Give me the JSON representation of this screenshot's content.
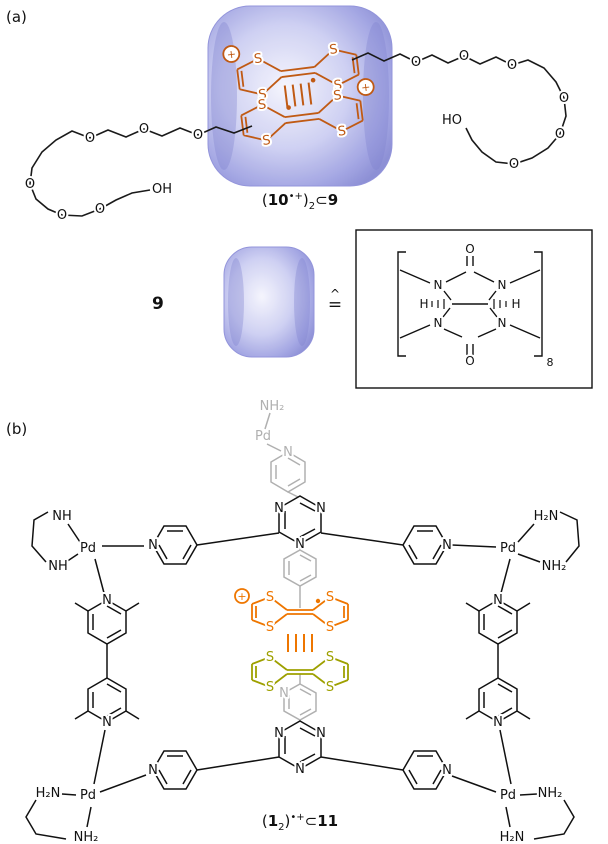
{
  "figure": {
    "panel_a_label": "(a)",
    "panel_b_label": "(b)"
  },
  "atoms": {
    "S": "S",
    "O": "O",
    "N": "N",
    "H": "H",
    "Pd": "Pd",
    "NH": "NH",
    "H2N": "H₂N",
    "NH2": "NH₂",
    "OH": "OH",
    "HO": "HO",
    "plus": "+"
  },
  "caption_a": {
    "open": "(",
    "guest": "10",
    "radical": "•+",
    "close": ")",
    "sub": "2",
    "subset": "⊂",
    "host": "9"
  },
  "host_row": {
    "host_label": "9",
    "hat": "^",
    "eq": "=",
    "repeat_subscript": "8"
  },
  "caption_b": {
    "open": "(",
    "guest": "1",
    "sub": "2",
    "close": ")",
    "radical": "•+",
    "subset": "⊂",
    "host": "11"
  },
  "colors": {
    "host_blue": "#a9abe8",
    "ttf_orange_panel_a": "#c05a14",
    "ttf_orange_panel_b": "#ee7600",
    "ttf_yellow": "#9ea000",
    "background_gray": "#b0b0b0"
  }
}
